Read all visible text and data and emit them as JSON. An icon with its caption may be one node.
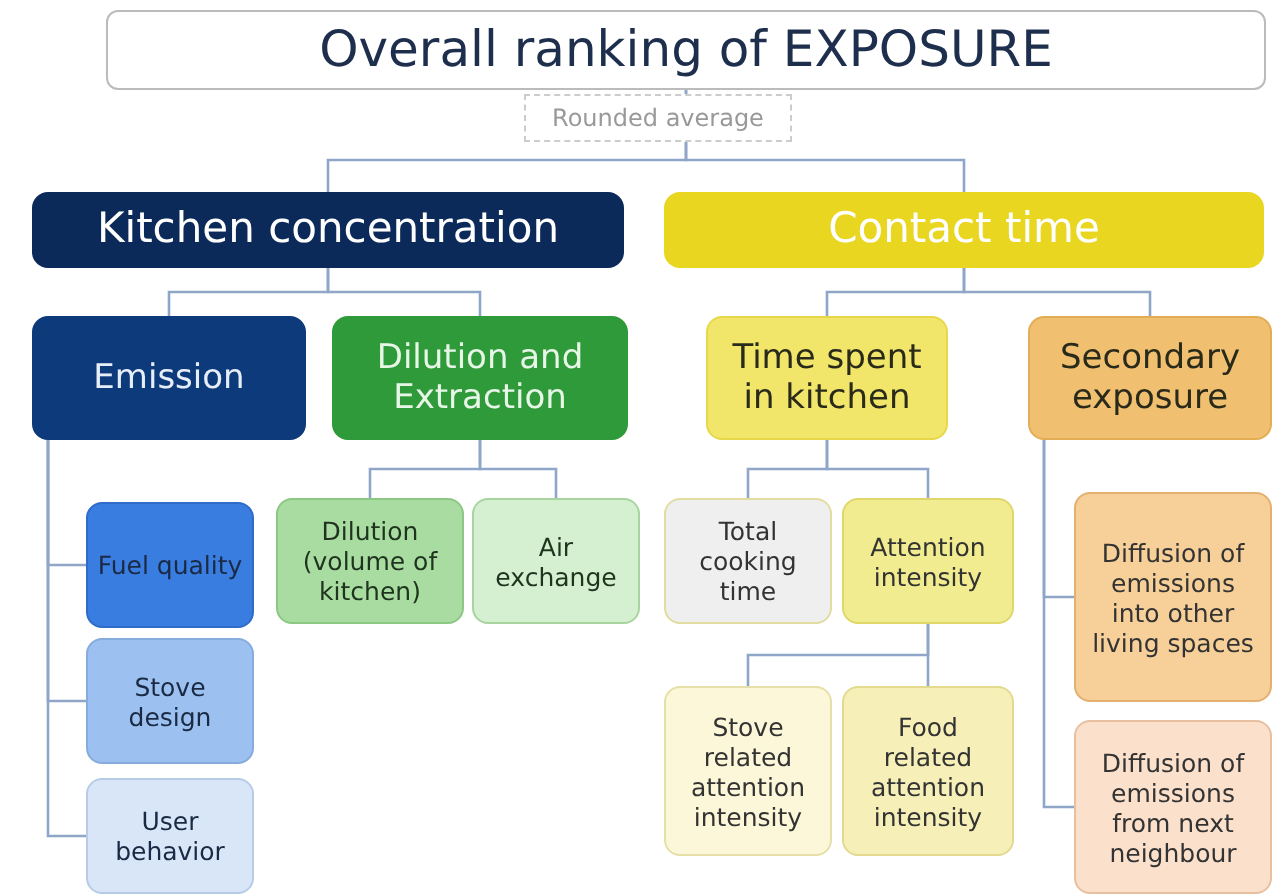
{
  "diagram": {
    "nodes": [
      {
        "text": [
          "Overall ranking of EXPOSURE"
        ]
      },
      {
        "text": [
          "Kitchen concentration"
        ]
      },
      {
        "text": [
          "Contact time"
        ]
      },
      {
        "text": [
          "Emission"
        ]
      },
      {
        "text": [
          "Dilution and Extraction"
        ]
      },
      {
        "text": [
          "Time spent in kitchen"
        ]
      },
      {
        "text": [
          "Secondary exposure"
        ]
      },
      {
        "text": [
          "Fuel quality"
        ]
      },
      {
        "text": [
          "Stove design"
        ]
      },
      {
        "text": [
          "User behavior"
        ]
      },
      {
        "text": [
          "Dilution (volume of kitchen)"
        ]
      },
      {
        "text": [
          "Air exchange"
        ]
      },
      {
        "text": [
          "Total cooking time"
        ]
      },
      {
        "text": [
          "Attention intensity"
        ]
      },
      {
        "text": [
          "Stove related attention intensity"
        ]
      },
      {
        "text": [
          "Food related attention intensity"
        ]
      },
      {
        "text": [
          "Diffusion of emissions into other living spaces"
        ]
      },
      {
        "text": [
          "Diffusion of emissions from next neighbour"
        ]
      }
    ],
    "edges": [
      {
        "from": 0,
        "to": 1,
        "arrow": "none"
      },
      {
        "from": 0,
        "to": 2,
        "arrow": "none"
      },
      {
        "from": 1,
        "to": 3,
        "arrow": "none"
      },
      {
        "from": 1,
        "to": 4,
        "arrow": "none"
      },
      {
        "from": 2,
        "to": 5,
        "arrow": "none"
      },
      {
        "from": 2,
        "to": 6,
        "arrow": "none"
      },
      {
        "from": 3,
        "to": 7,
        "arrow": "none"
      },
      {
        "from": 3,
        "to": 8,
        "arrow": "none"
      },
      {
        "from": 3,
        "to": 9,
        "arrow": "none"
      },
      {
        "from": 4,
        "to": 10,
        "arrow": "none"
      },
      {
        "from": 4,
        "to": 11,
        "arrow": "none"
      },
      {
        "from": 5,
        "to": 12,
        "arrow": "none"
      },
      {
        "from": 5,
        "to": 13,
        "arrow": "none"
      },
      {
        "from": 13,
        "to": 14,
        "arrow": "none"
      },
      {
        "from": 13,
        "to": 15,
        "arrow": "none"
      },
      {
        "from": 6,
        "to": 16,
        "arrow": "none"
      },
      {
        "from": 6,
        "to": 17,
        "arrow": "none"
      }
    ],
    "labels": [
      "Rounded average"
    ]
  }
}
